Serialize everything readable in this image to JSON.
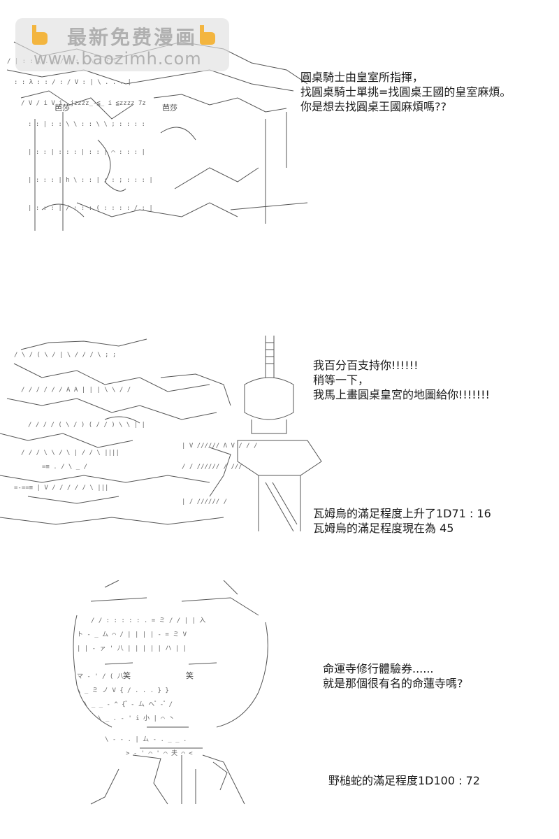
{
  "watermark": {
    "title": "最新免费漫画",
    "url": "www.baozimh.com",
    "icon": "pointing-hand-icon",
    "color": "#f3b53f"
  },
  "panel1": {
    "character_label": "芭莎",
    "lines": [
      "圓桌騎士由皇室所指揮，",
      "找圓桌騎士單挑=找圓桌王國的皇室麻煩。",
      "你是想去找圓桌王國麻煩嗎??"
    ]
  },
  "panel2": {
    "lines": [
      "我百分百支持你!!!!!!",
      "稍等一下，",
      "我馬上畫圓桌皇宮的地圖給你!!!!!!!"
    ],
    "stats": [
      "瓦姆烏的滿足程度上升了1D71 : 16",
      "瓦姆烏的滿足程度現在為 45"
    ]
  },
  "panel3": {
    "face_label": "笑",
    "lines": [
      "命運寺修行體驗券......",
      "就是那個很有名的命蓮寺嗎?"
    ],
    "stats": [
      "野槌蛇的滿足程度1D100 :  72"
    ]
  }
}
